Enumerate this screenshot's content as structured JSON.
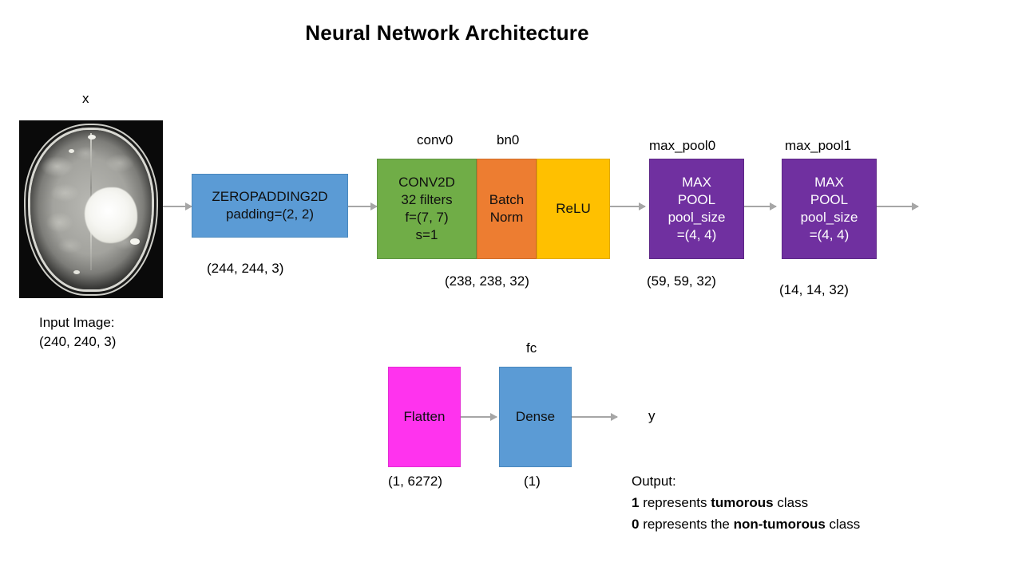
{
  "title": "Neural Network Architecture",
  "input": {
    "top_label": "x",
    "image_icon": "mri-brain-scan",
    "caption_line1": "Input Image:",
    "caption_line2": "(240, 240, 3)"
  },
  "layers": [
    {
      "key": "zeropadding",
      "top_label": "",
      "text": "ZEROPADDING2D\npadding=(2, 2)",
      "shape": "(244, 244, 3)",
      "color": "#5B9BD5"
    },
    {
      "key": "conv0",
      "top_label": "conv0",
      "text": "CONV2D\n32 filters\nf=(7, 7)\ns=1",
      "shape": "(238, 238, 32)",
      "color": "#70AD47"
    },
    {
      "key": "bn0",
      "top_label": "bn0",
      "text": "Batch\nNorm",
      "shape": "",
      "color": "#ED7D31"
    },
    {
      "key": "relu",
      "top_label": "",
      "text": "ReLU",
      "shape": "",
      "color": "#FFC000"
    },
    {
      "key": "max_pool0",
      "top_label": "max_pool0",
      "text": "MAX\nPOOL\npool_size\n=(4, 4)",
      "shape": "(59, 59, 32)",
      "color": "#7030A0"
    },
    {
      "key": "max_pool1",
      "top_label": "max_pool1",
      "text": "MAX\nPOOL\npool_size\n=(4, 4)",
      "shape": "(14, 14, 32)",
      "color": "#7030A0"
    },
    {
      "key": "flatten",
      "top_label": "",
      "text": "Flatten",
      "shape": "(1, 6272)",
      "color": "#FF33EE"
    },
    {
      "key": "fc",
      "top_label": "fc",
      "text": "Dense",
      "shape": "(1)",
      "color": "#5B9BD5"
    }
  ],
  "output": {
    "y_label": "y",
    "heading": "Output:",
    "line2": {
      "bold1": "1",
      "mid": " represents ",
      "bold2": "tumorous",
      "tail": " class"
    },
    "line3": {
      "bold1": "0",
      "mid": " represents the ",
      "bold2": "non-tumorous",
      "tail": " class"
    }
  },
  "colors": {
    "arrow": "#a6a6a6",
    "text": "#000000",
    "background": "#ffffff"
  }
}
